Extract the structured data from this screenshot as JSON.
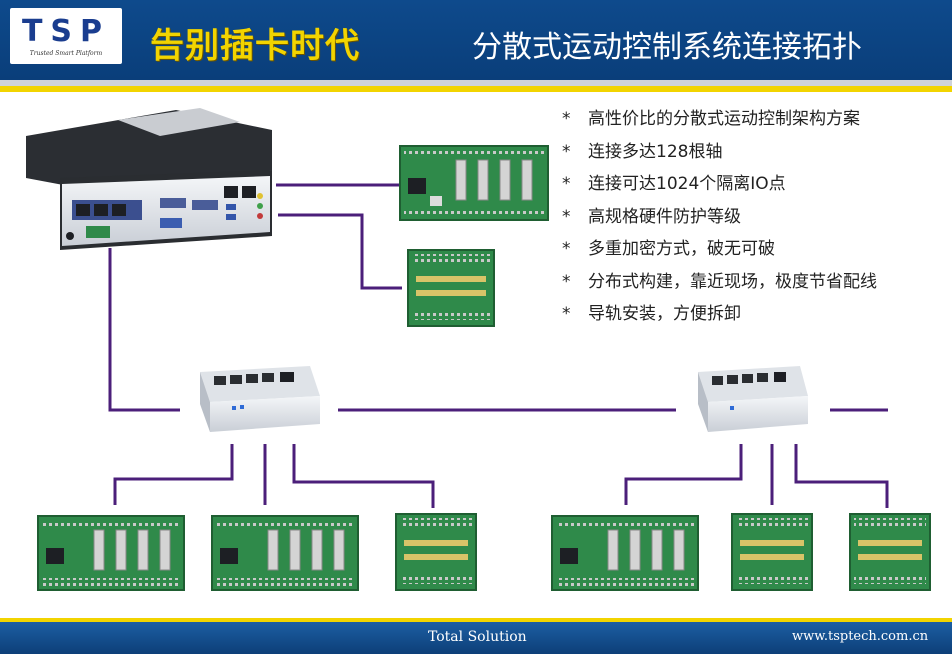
{
  "header": {
    "logo_text": "TSP",
    "logo_tagline": "Trusted Smart Platform",
    "slogan": "告别插卡时代",
    "title": "分散式运动控制系统连接拓扑"
  },
  "features": [
    "高性价比的分散式运动控制架构方案",
    "连接多达128根轴",
    "连接可达1024个隔离IO点",
    "高规格硬件防护等级",
    "多重加密方式，破无可破",
    "分布式构建，靠近现场，极度节省配线",
    "导轨安装，方便拆卸"
  ],
  "feature_bullet": "*",
  "footer": {
    "left_text": "Total Solution",
    "right_text": "www.tsptech.com.cn"
  },
  "colors": {
    "header_blue": "#0e4a8c",
    "slogan_yellow": "#f2d400",
    "link_purple": "#4b1f7a",
    "board_green": "#2f8a4a"
  }
}
